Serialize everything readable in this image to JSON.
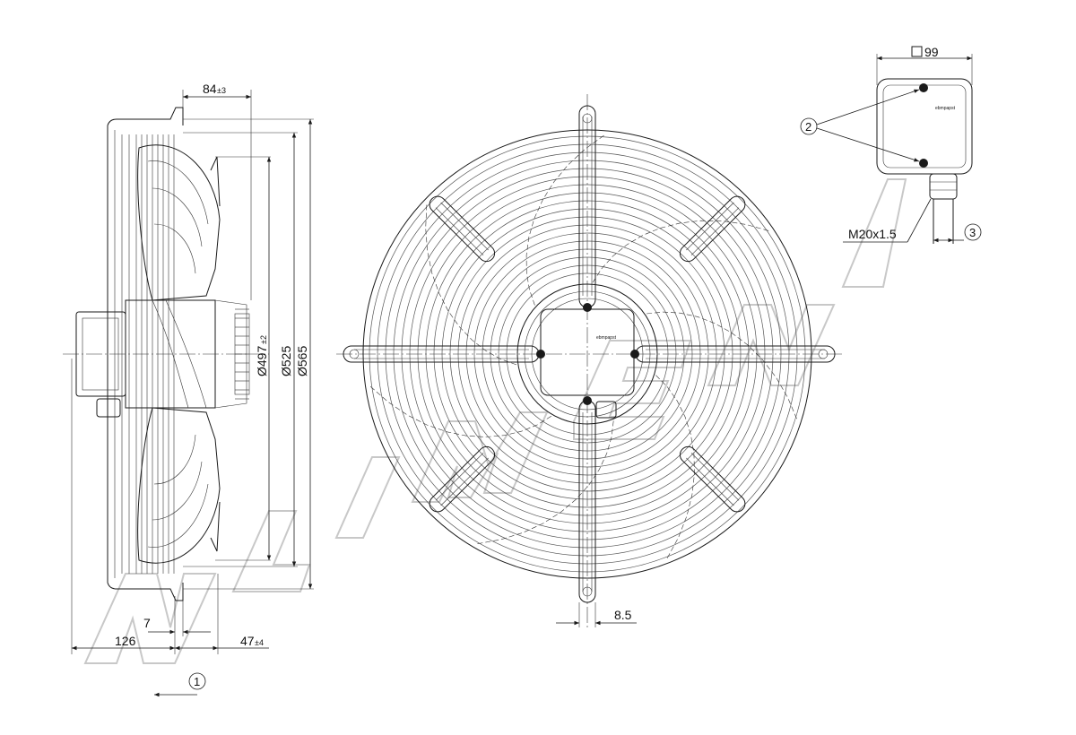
{
  "side_view": {
    "dim_top": "84",
    "dim_top_tol": "±3",
    "dia_inner": "Ø497",
    "dia_inner_tol": "±2",
    "dia_mid": "Ø525",
    "dia_outer": "Ø565",
    "dim_bottom_a": "126",
    "dim_bottom_b": "7",
    "dim_bottom_c": "47",
    "dim_bottom_c_tol": "±4",
    "callout_1": "1"
  },
  "front_view": {
    "dim_slot": "8.5",
    "hub_label": "ebmpapst"
  },
  "terminal_box": {
    "dim_square": "99",
    "callout_2": "2",
    "callout_3": "3",
    "thread_label": "M20x1.5",
    "brand_label": "ebmpapst"
  }
}
